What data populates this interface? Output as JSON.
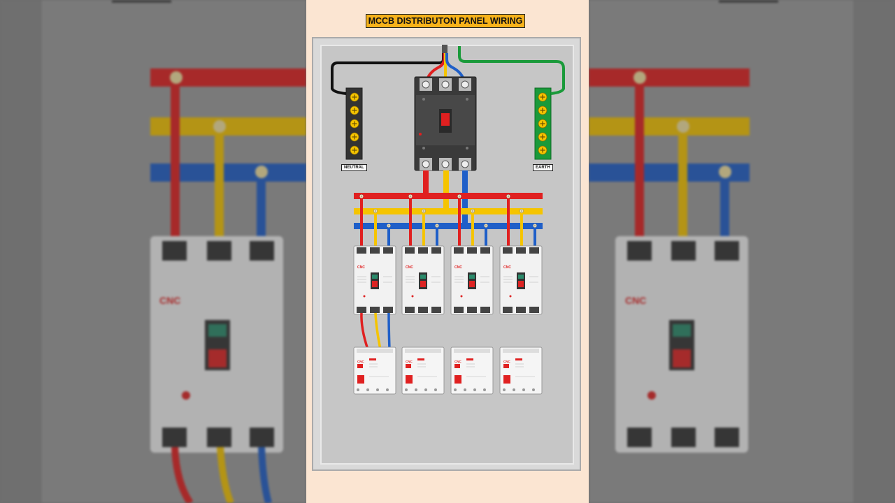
{
  "title": "MCCB DISTRIBUTON PANEL WIRING",
  "labels": {
    "neutral": "NEUTRAL",
    "earth": "EARTH"
  },
  "brand": "CNC",
  "colors": {
    "red_phase": "#e02020",
    "yellow_phase": "#f5c400",
    "blue_phase": "#1f5fc8",
    "neutral_wire": "#111111",
    "earth_wire": "#1a9a3a",
    "title_bg": "#f6b21a"
  },
  "components": {
    "main_breaker": "MCCB",
    "outgoing_mccb_count": 4,
    "rcbo_count": 4,
    "neutral_terminals": 5,
    "earth_terminals": 5
  }
}
